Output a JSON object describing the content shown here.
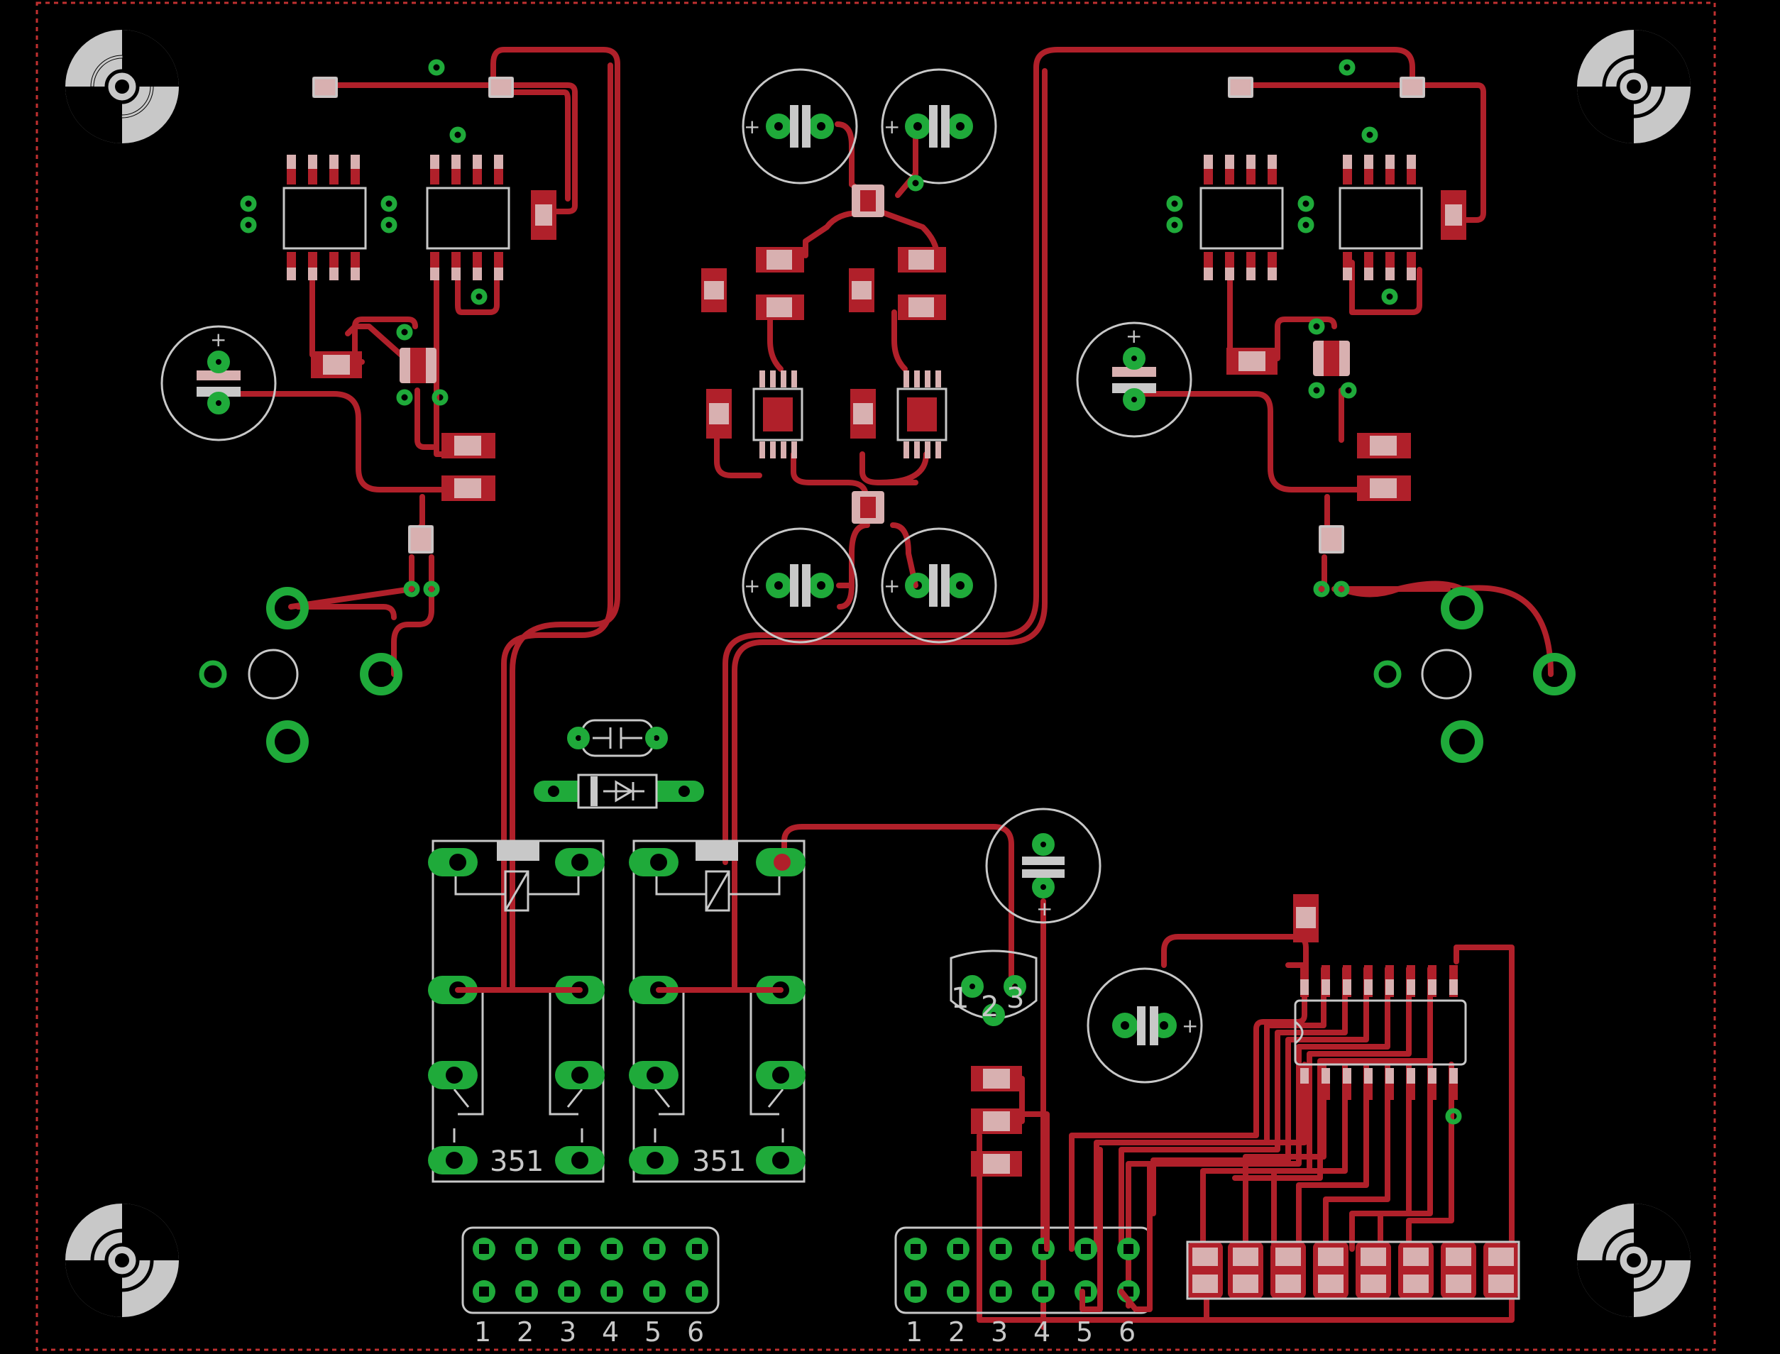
{
  "board": {
    "colors": {
      "background": "#000000",
      "copper_top": "#b0202a",
      "pads": "#1faa3a",
      "silkscreen": "#c8c8c8",
      "board_edge": "#c03030"
    }
  },
  "relays": [
    {
      "label": "351"
    },
    {
      "label": "351"
    }
  ],
  "connectors": [
    {
      "pins": [
        "1",
        "2",
        "3",
        "4",
        "5",
        "6"
      ]
    },
    {
      "pins": [
        "1",
        "2",
        "3",
        "4",
        "5",
        "6"
      ]
    }
  ],
  "regulator": {
    "pins": [
      "1",
      "2",
      "3"
    ]
  },
  "polarity": {
    "plus": "+"
  }
}
